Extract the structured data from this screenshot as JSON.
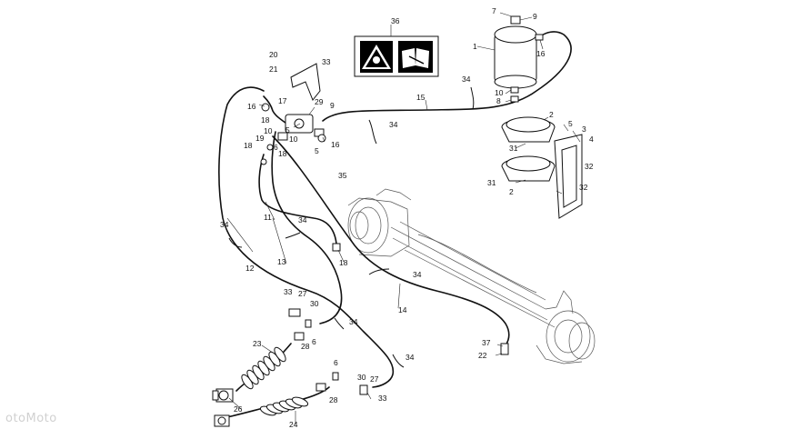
{
  "watermark": "otoMoto",
  "callouts": {
    "c1": "1",
    "c2a": "2",
    "c2b": "2",
    "c3": "3",
    "c4": "4",
    "c5a": "5",
    "c5b": "5",
    "c6a": "6",
    "c6b": "6",
    "c7": "7",
    "c8": "8",
    "c9a": "9",
    "c9b": "9",
    "c10a": "10",
    "c10b": "10",
    "c10c": "10",
    "c11": "11",
    "c12": "12",
    "c13": "13",
    "c14": "14",
    "c15": "15",
    "c16a": "16",
    "c16b": "16",
    "c16c": "16",
    "c17": "17",
    "c18a": "18",
    "c18b": "18",
    "c18c": "18",
    "c18d": "18",
    "c19": "19",
    "c20": "20",
    "c21": "21",
    "c22": "22",
    "c23": "23",
    "c24": "24",
    "c26": "26",
    "c27a": "27",
    "c27b": "27",
    "c28a": "28",
    "c28b": "28",
    "c29": "29",
    "c30a": "30",
    "c30b": "30",
    "c31a": "31",
    "c31b": "31",
    "c32a": "32",
    "c32b": "32",
    "c33a": "33",
    "c33b": "33",
    "c33c": "33",
    "c34a": "34",
    "c34b": "34",
    "c34c": "34",
    "c34d": "34",
    "c34e": "34",
    "c34f": "34",
    "c34g": "34",
    "c35": "35",
    "c36": "36",
    "c37": "37"
  },
  "icons": [
    "explosion-warning-icon",
    "manual-book-icon"
  ]
}
